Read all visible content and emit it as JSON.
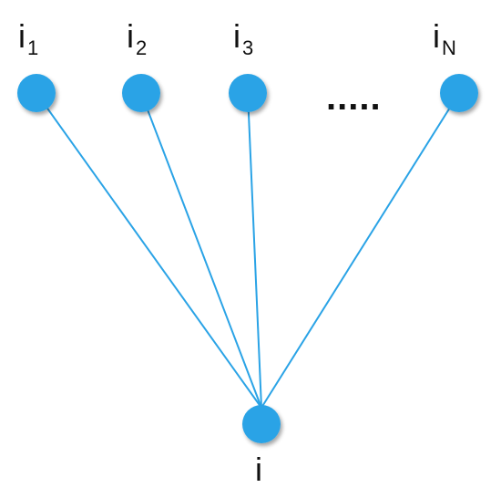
{
  "diagram": {
    "node_color": "#2aa3e6",
    "edge_color": "#2aa3e6",
    "top_nodes": [
      {
        "id": "i1",
        "label": "i",
        "sub": "1"
      },
      {
        "id": "i2",
        "label": "i",
        "sub": "2"
      },
      {
        "id": "i3",
        "label": "i",
        "sub": "3"
      },
      {
        "id": "iN",
        "label": "i",
        "sub": "N"
      }
    ],
    "ellipsis": ".....",
    "bottom_node": {
      "id": "i",
      "label": "i"
    },
    "edges": [
      {
        "from": "i1",
        "to": "i"
      },
      {
        "from": "i2",
        "to": "i"
      },
      {
        "from": "i3",
        "to": "i"
      },
      {
        "from": "iN",
        "to": "i"
      }
    ]
  }
}
